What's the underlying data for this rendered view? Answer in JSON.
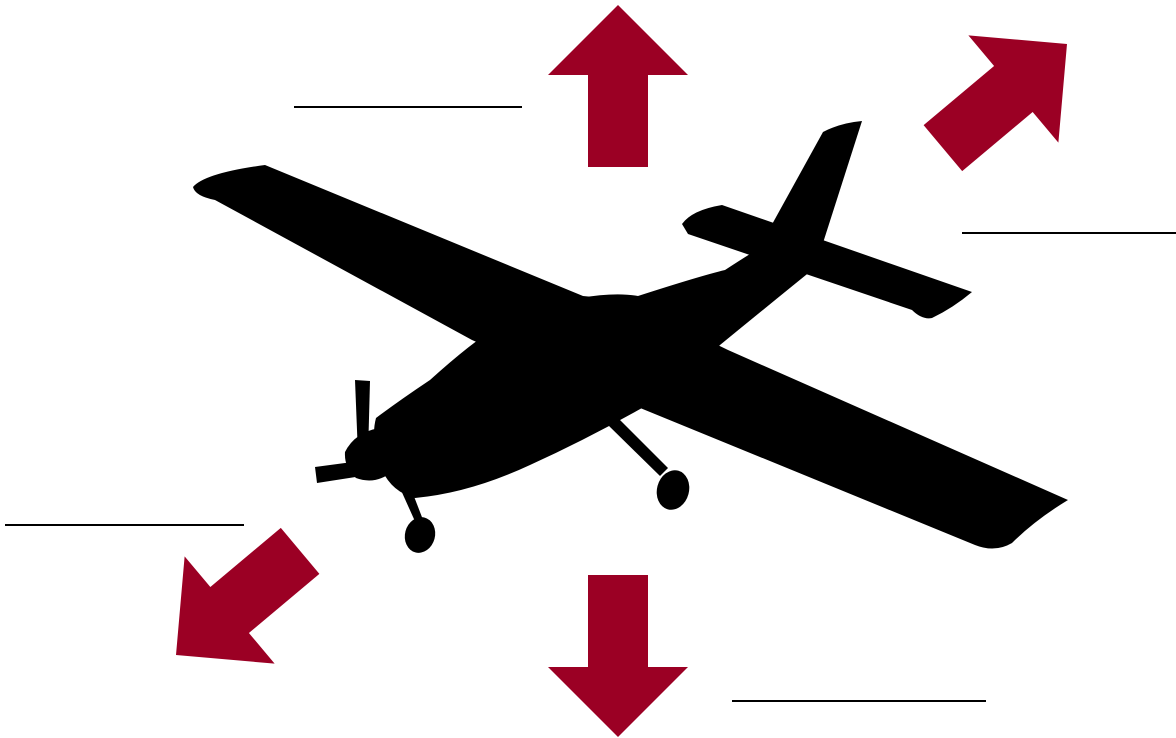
{
  "diagram": {
    "subject_icon": "airplane-silhouette-icon",
    "arrow_icon": "force-arrow-icon",
    "colors": {
      "arrow": "#9b0024",
      "plane": "#000000",
      "blank_line": "#000000",
      "background": "#ffffff"
    },
    "arrows": [
      {
        "id": "up",
        "direction": "up",
        "label": ""
      },
      {
        "id": "forward",
        "direction": "up-right",
        "label": ""
      },
      {
        "id": "back",
        "direction": "down-left",
        "label": ""
      },
      {
        "id": "down",
        "direction": "down",
        "label": ""
      }
    ],
    "answer_blanks": [
      {
        "id": "blank-top-left",
        "value": ""
      },
      {
        "id": "blank-right",
        "value": ""
      },
      {
        "id": "blank-left",
        "value": ""
      },
      {
        "id": "blank-bottom-right",
        "value": ""
      }
    ]
  }
}
